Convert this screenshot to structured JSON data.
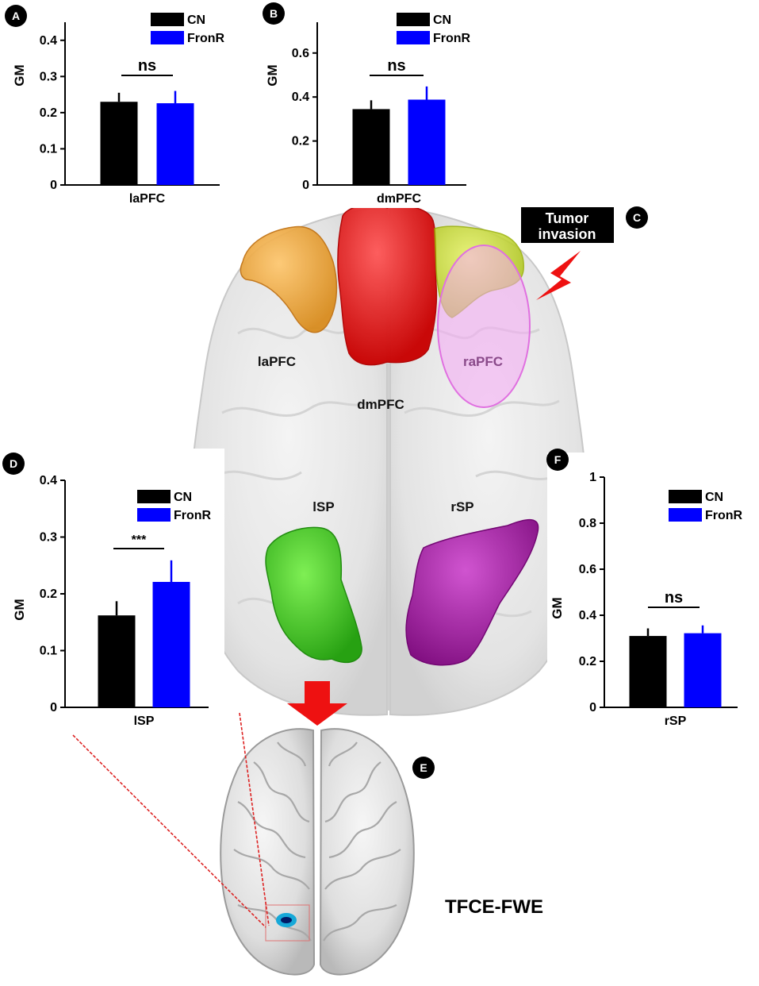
{
  "colors": {
    "CN": "#000000",
    "FronR": "#0000ff",
    "laPFC_region": "#f0a030",
    "dmPFC_region": "#ee0000",
    "raPFC_region": "#c8e020",
    "invasion_ellipse": "#ee88ee",
    "lSP_region": "#33cc11",
    "rSP_region": "#a010a0",
    "arrow": "#ee1111",
    "lead_line": "#dd2222"
  },
  "panel_labels": {
    "A": "A",
    "B": "B",
    "C": "C",
    "D": "D",
    "E": "E",
    "F": "F"
  },
  "brain_c": {
    "labels": {
      "laPFC": "laPFC",
      "dmPFC": "dmPFC",
      "raPFC": "raPFC",
      "lSP": "lSP",
      "rSP": "rSP"
    },
    "tumor_line1": "Tumor",
    "tumor_line2": "invasion"
  },
  "brain_e": {
    "caption": "TFCE-FWE",
    "cluster_icon": "blue-cluster"
  },
  "chart_data": [
    {
      "panel": "A",
      "type": "bar",
      "ylabel": "GM",
      "xlabel": "laPFC",
      "ylim": [
        0,
        0.45
      ],
      "yticks": [
        0,
        0.1,
        0.2,
        0.3,
        0.4
      ],
      "tick_labels": [
        "0",
        "0.1",
        "0.2",
        "0.3",
        "0.4"
      ],
      "series": [
        {
          "name": "CN",
          "value": 0.23,
          "error": 0.025
        },
        {
          "name": "FronR",
          "value": 0.226,
          "error": 0.034
        }
      ],
      "significance": "ns",
      "legend": "top-right"
    },
    {
      "panel": "B",
      "type": "bar",
      "ylabel": "GM",
      "xlabel": "dmPFC",
      "ylim": [
        0,
        0.74
      ],
      "yticks": [
        0,
        0.2,
        0.4,
        0.6
      ],
      "tick_labels": [
        "0",
        "0.2",
        "0.4",
        "0.6"
      ],
      "series": [
        {
          "name": "CN",
          "value": 0.345,
          "error": 0.04
        },
        {
          "name": "FronR",
          "value": 0.388,
          "error": 0.06
        }
      ],
      "significance": "ns",
      "legend": "top-right"
    },
    {
      "panel": "D",
      "type": "bar",
      "ylabel": "GM",
      "xlabel": "lSP",
      "ylim": [
        0,
        0.4
      ],
      "yticks": [
        0,
        0.1,
        0.2,
        0.3,
        0.4
      ],
      "tick_labels": [
        "0",
        "0.1",
        "0.2",
        "0.3",
        "0.4"
      ],
      "series": [
        {
          "name": "CN",
          "value": 0.162,
          "error": 0.025
        },
        {
          "name": "FronR",
          "value": 0.221,
          "error": 0.038
        }
      ],
      "significance": "***",
      "legend": "top-right"
    },
    {
      "panel": "F",
      "type": "bar",
      "ylabel": "GM",
      "xlabel": "rSP",
      "ylim": [
        0,
        1
      ],
      "yticks": [
        0,
        0.2,
        0.4,
        0.6,
        0.8,
        1
      ],
      "tick_labels": [
        "0",
        "0.2",
        "0.4",
        "0.6",
        "0.8",
        "1"
      ],
      "series": [
        {
          "name": "CN",
          "value": 0.31,
          "error": 0.033
        },
        {
          "name": "FronR",
          "value": 0.322,
          "error": 0.034
        }
      ],
      "significance": "ns",
      "legend": "top-right"
    }
  ]
}
